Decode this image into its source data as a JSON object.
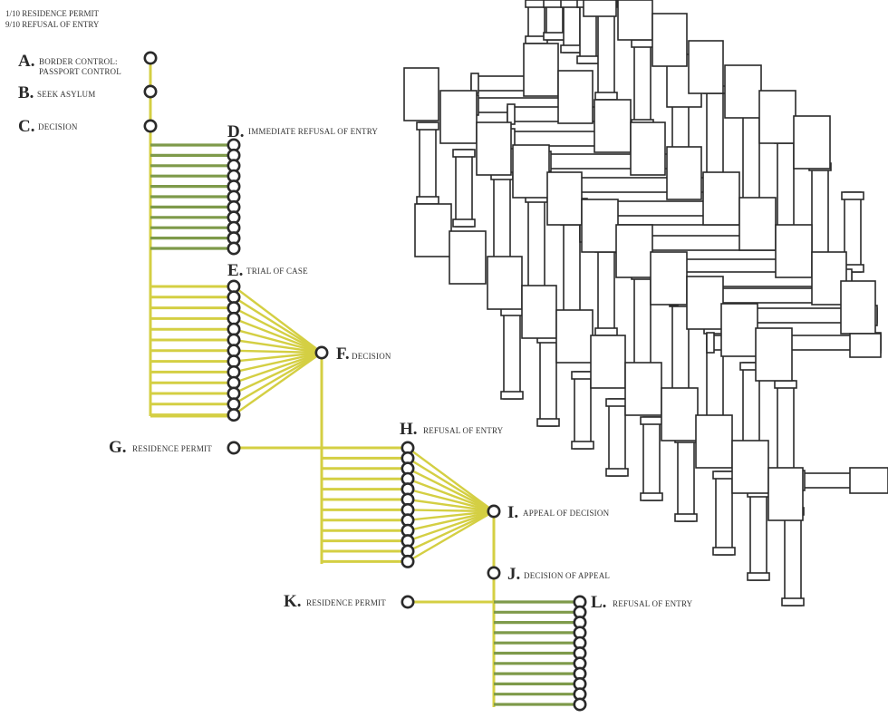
{
  "legend": {
    "line1": "1/10 RESIDENCE PERMIT",
    "line2": "9/10 REFUSAL OF ENTRY"
  },
  "colors": {
    "yellow": "#d4cf43",
    "green": "#7e9a4a",
    "stroke": "#2a2a2a"
  },
  "nodes": {
    "A": {
      "letter": "A.",
      "text1": "BORDER CONTROL:",
      "text2": "PASSPORT CONTROL"
    },
    "B": {
      "letter": "B.",
      "text1": "SEEK ASYLUM"
    },
    "C": {
      "letter": "C.",
      "text1": "DECISION"
    },
    "D": {
      "letter": "D.",
      "text1": "IMMEDIATE REFUSAL OF ENTRY"
    },
    "E": {
      "letter": "E.",
      "text1": "TRIAL OF CASE"
    },
    "F": {
      "letter": "F.",
      "text1": "DECISION"
    },
    "G": {
      "letter": "G.",
      "text1": "RESIDENCE PERMIT"
    },
    "H": {
      "letter": "H.",
      "text1": "REFUSAL OF ENTRY"
    },
    "I": {
      "letter": "I.",
      "text1": "APPEAL OF DECISION"
    },
    "J": {
      "letter": "J.",
      "text1": "DECISION OF APPEAL"
    },
    "K": {
      "letter": "K.",
      "text1": "RESIDENCE PERMIT"
    },
    "L": {
      "letter": "L.",
      "text1": "REFUSAL OF ENTRY"
    }
  }
}
